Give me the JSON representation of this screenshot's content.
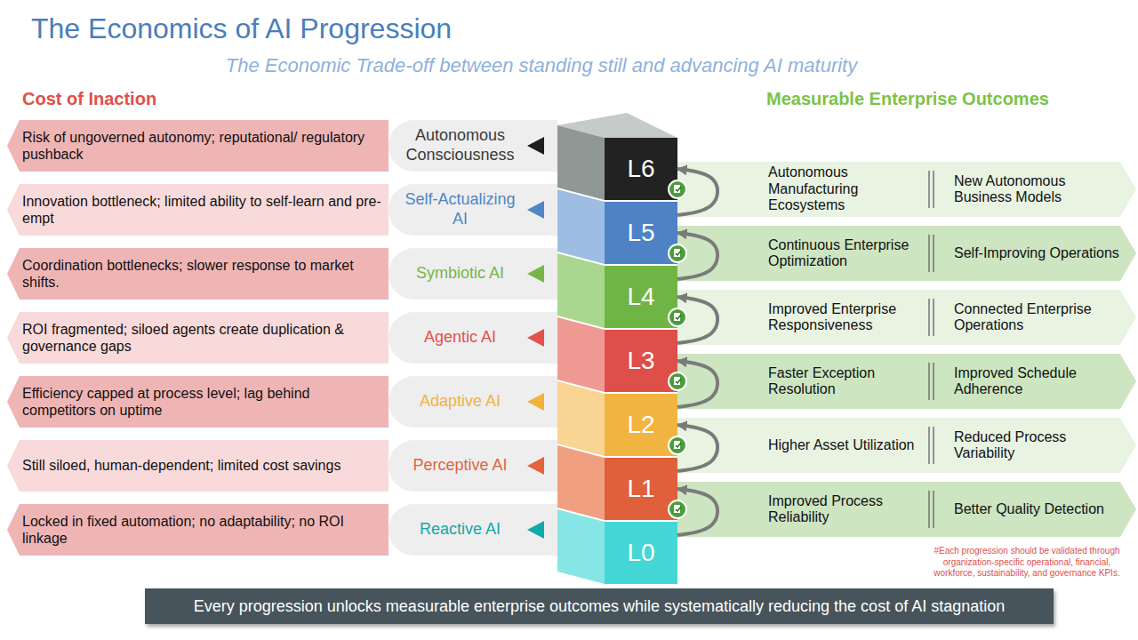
{
  "diagram": {
    "title": "The Economics of AI Progression",
    "nodes": [
      {
        "text": [
          "Risk of ungoverned autonomy; reputational/ regulatory pushback"
        ]
      },
      {
        "text": [
          "Innovation bottleneck; limited ability to self-learn and pre-empt"
        ]
      },
      {
        "text": [
          "Coordination bottlenecks; slower response to market shifts."
        ]
      },
      {
        "text": [
          "ROI fragmented; siloed agents create duplication & governance gaps"
        ]
      },
      {
        "text": [
          "Efficiency capped at process level; lag behind competitors on uptime"
        ]
      },
      {
        "text": [
          "Still siloed, human-dependent; limited cost savings"
        ]
      },
      {
        "text": [
          "Locked in fixed automation; no adaptability; no ROI linkage"
        ]
      },
      {
        "text": [
          "Autonomous Consciousness"
        ]
      },
      {
        "text": [
          "Self-Actualizing AI"
        ]
      },
      {
        "text": [
          "Symbiotic AI"
        ]
      },
      {
        "text": [
          "Agentic AI"
        ]
      },
      {
        "text": [
          "Adaptive AI"
        ]
      },
      {
        "text": [
          "Perceptive AI"
        ]
      },
      {
        "text": [
          "Reactive AI"
        ]
      },
      {
        "text": [
          "L6"
        ]
      },
      {
        "text": [
          "L5"
        ]
      },
      {
        "text": [
          "L4"
        ]
      },
      {
        "text": [
          "L3"
        ]
      },
      {
        "text": [
          "L2"
        ]
      },
      {
        "text": [
          "L1"
        ]
      },
      {
        "text": [
          "L0"
        ]
      },
      {
        "text": [
          "Autonomous Manufacturing Ecosystems",
          "New Autonomous Business Models"
        ]
      },
      {
        "text": [
          "Continuous Enterprise Optimization",
          "Self-Improving Operations"
        ]
      },
      {
        "text": [
          "Improved Enterprise Responsiveness",
          "Connected Enterprise Operations"
        ]
      },
      {
        "text": [
          "Faster Exception Resolution",
          "Improved Schedule Adherence"
        ]
      },
      {
        "text": [
          "Higher Asset Utilization",
          "Reduced Process Variability"
        ]
      },
      {
        "text": [
          "Improved Process Reliability",
          "Better Quality Detection"
        ]
      },
      {
        "text": [
          "Every progression unlocks measurable enterprise outcomes while systematically reducing the cost of AI stagnation"
        ]
      }
    ],
    "edges": [
      {
        "from": 20,
        "to": 19,
        "arrow": "to"
      },
      {
        "from": 19,
        "to": 18,
        "arrow": "to"
      },
      {
        "from": 18,
        "to": 17,
        "arrow": "to"
      },
      {
        "from": 17,
        "to": 16,
        "arrow": "to"
      },
      {
        "from": 16,
        "to": 15,
        "arrow": "to"
      },
      {
        "from": 15,
        "to": 14,
        "arrow": "to"
      }
    ],
    "labels": [
      "The Economic Trade-off between standing still and advancing AI maturity",
      "Cost of Inaction",
      "Measurable Enterprise Outcomes",
      "#Each progression should be validated through organization-specific operational, financial, workforce, sustainability, and governance KPIs."
    ]
  }
}
